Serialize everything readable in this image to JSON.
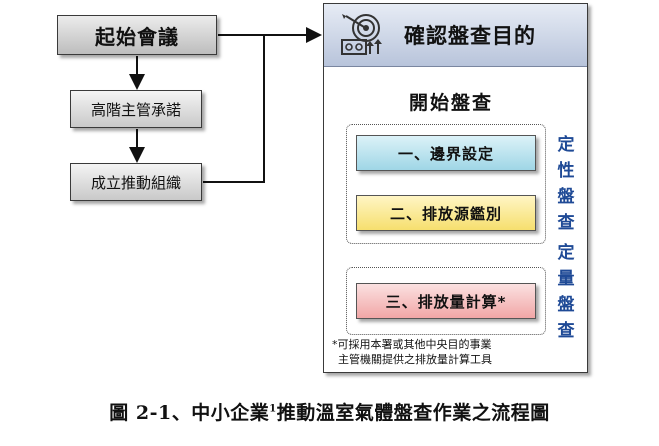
{
  "left_flow": {
    "start_meeting": "起始會議",
    "management_commitment": "高階主管承諾",
    "form_organization": "成立推動組織"
  },
  "main_panel": {
    "title": "確認盤查目的",
    "title_icon": "target-mechanism-icon",
    "start_inventory": "開始盤查",
    "steps": {
      "boundary": "一、邊界設定",
      "emission_source": "二、排放源鑑別",
      "calculation": "三、排放量計算*"
    },
    "qualitative_label": "定性盤查",
    "quantitative_label": "定量盤查",
    "note_line1": "*可採用本署或其他中央目的事業",
    "note_line2": "主管機關提供之排放量計算工具"
  },
  "caption": {
    "prefix": "圖 2-1、中小企業",
    "superscript": "1",
    "suffix": "推動溫室氣體盤查作業之流程圖"
  },
  "colors": {
    "step1": "#9fd6e6",
    "step2": "#f6df6e",
    "step3": "#f1a6a6",
    "header": "#b8c4db",
    "vertical_label": "#1f4a96"
  }
}
